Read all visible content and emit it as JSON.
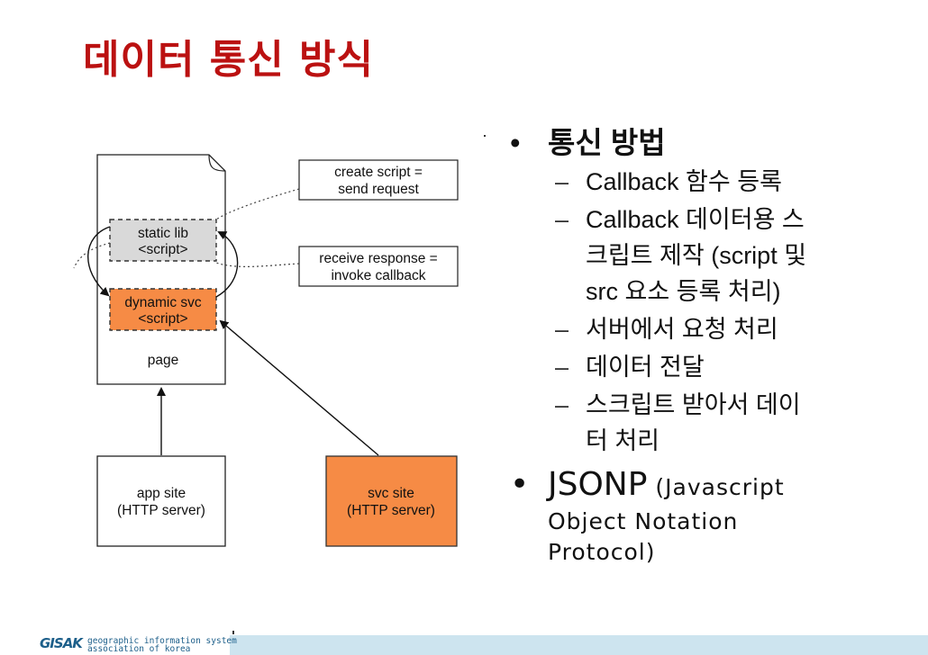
{
  "title": "데이터 통신 방식",
  "diagram": {
    "page_label": "page",
    "static_lib": [
      "static lib",
      "<script>"
    ],
    "dynamic_svc": [
      "dynamic svc",
      "<script>"
    ],
    "create_script": [
      "create script =",
      "send request"
    ],
    "receive_response": [
      "receive response =",
      "invoke callback"
    ],
    "app_site": [
      "app site",
      "(HTTP server)"
    ],
    "svc_site": [
      "svc site",
      "(HTTP server)"
    ]
  },
  "bullets": {
    "main": "통신 방법",
    "items": [
      [
        "Callback 함수 등록"
      ],
      [
        "Callback 데이터용 스",
        "크립트 제작 (script 및",
        "src 요소 등록 처리)"
      ],
      [
        "서버에서 요청 처리"
      ],
      [
        "데이터 전달"
      ],
      [
        "스크립트 받아서 데이",
        "터 처리"
      ]
    ],
    "jsonp_main": "JSONP",
    "jsonp_sub": " (Javascript",
    "jsonp_cont": [
      "Object Notation",
      "Protocol)"
    ]
  },
  "footer": {
    "logo": "GISAK",
    "line1": "geographic information system",
    "line2": "association of korea"
  },
  "colors": {
    "title": "#bb1111",
    "orange": "#f68b45",
    "gray_box": "#d9d9d9",
    "footer_bar": "#cde4ef",
    "footer_text": "#1d5f8a"
  }
}
